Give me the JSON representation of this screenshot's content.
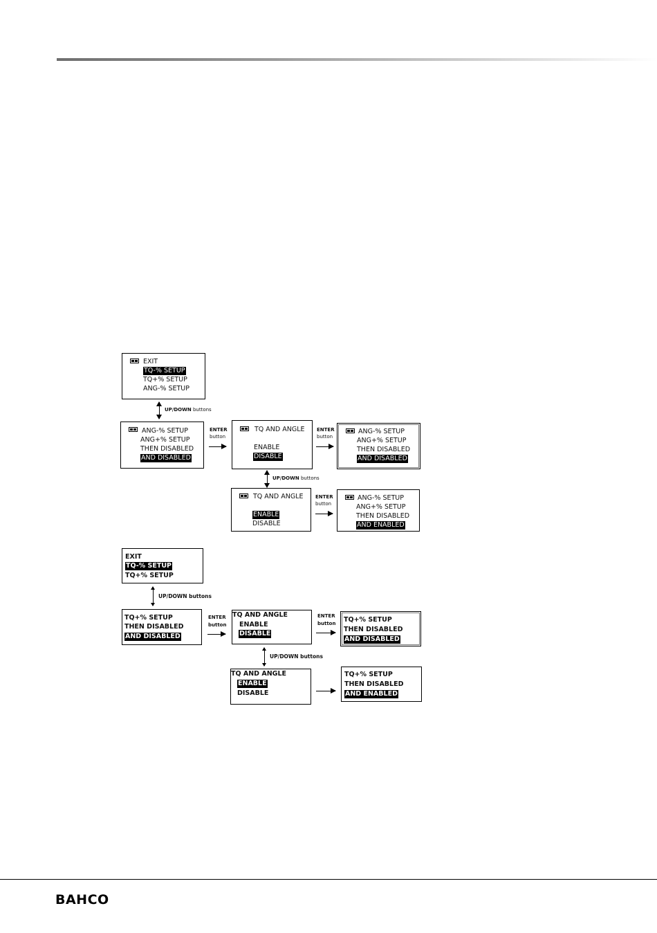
{
  "brand": {
    "logo": "BAHCO"
  },
  "labels": {
    "updown": "UP/DOWN",
    "updown_suffix": " buttons",
    "updown_full": "UP/DOWN buttons",
    "enter": "ENTER",
    "button": "button"
  },
  "diagram1": {
    "menu": [
      "EXIT",
      "TQ-% SETUP",
      "TQ+% SETUP",
      "ANG-% SETUP"
    ],
    "ang_list": [
      "ANG-% SETUP",
      "ANG+% SETUP",
      "THEN DISABLED",
      "AND DISABLED"
    ],
    "tq_angle_disable": [
      "TQ AND ANGLE",
      "ENABLE",
      "DISABLE"
    ],
    "result_disabled": [
      "ANG-% SETUP",
      "ANG+% SETUP",
      "THEN DISABLED",
      "AND DISABLED"
    ],
    "tq_angle_enable": [
      "TQ AND ANGLE",
      "ENABLE",
      "DISABLE"
    ],
    "result_enabled": [
      "ANG-% SETUP",
      "ANG+% SETUP",
      "THEN DISABLED",
      "AND ENABLED"
    ]
  },
  "diagram2": {
    "menu": [
      "EXIT",
      "TQ-% SETUP",
      "TQ+% SETUP"
    ],
    "tq_list": [
      "TQ+% SETUP",
      "THEN DISABLED",
      "AND DISABLED"
    ],
    "tq_angle_disable": [
      "TQ AND ANGLE",
      "ENABLE",
      "DISABLE"
    ],
    "result_disabled": [
      "TQ+% SETUP",
      "THEN DISABLED",
      "AND DISABLED"
    ],
    "tq_angle_enable": [
      "TQ AND ANGLE",
      "ENABLE",
      "DISABLE"
    ],
    "result_enabled": [
      "TQ+% SETUP",
      "THEN DISABLED",
      "AND ENABLED"
    ]
  }
}
